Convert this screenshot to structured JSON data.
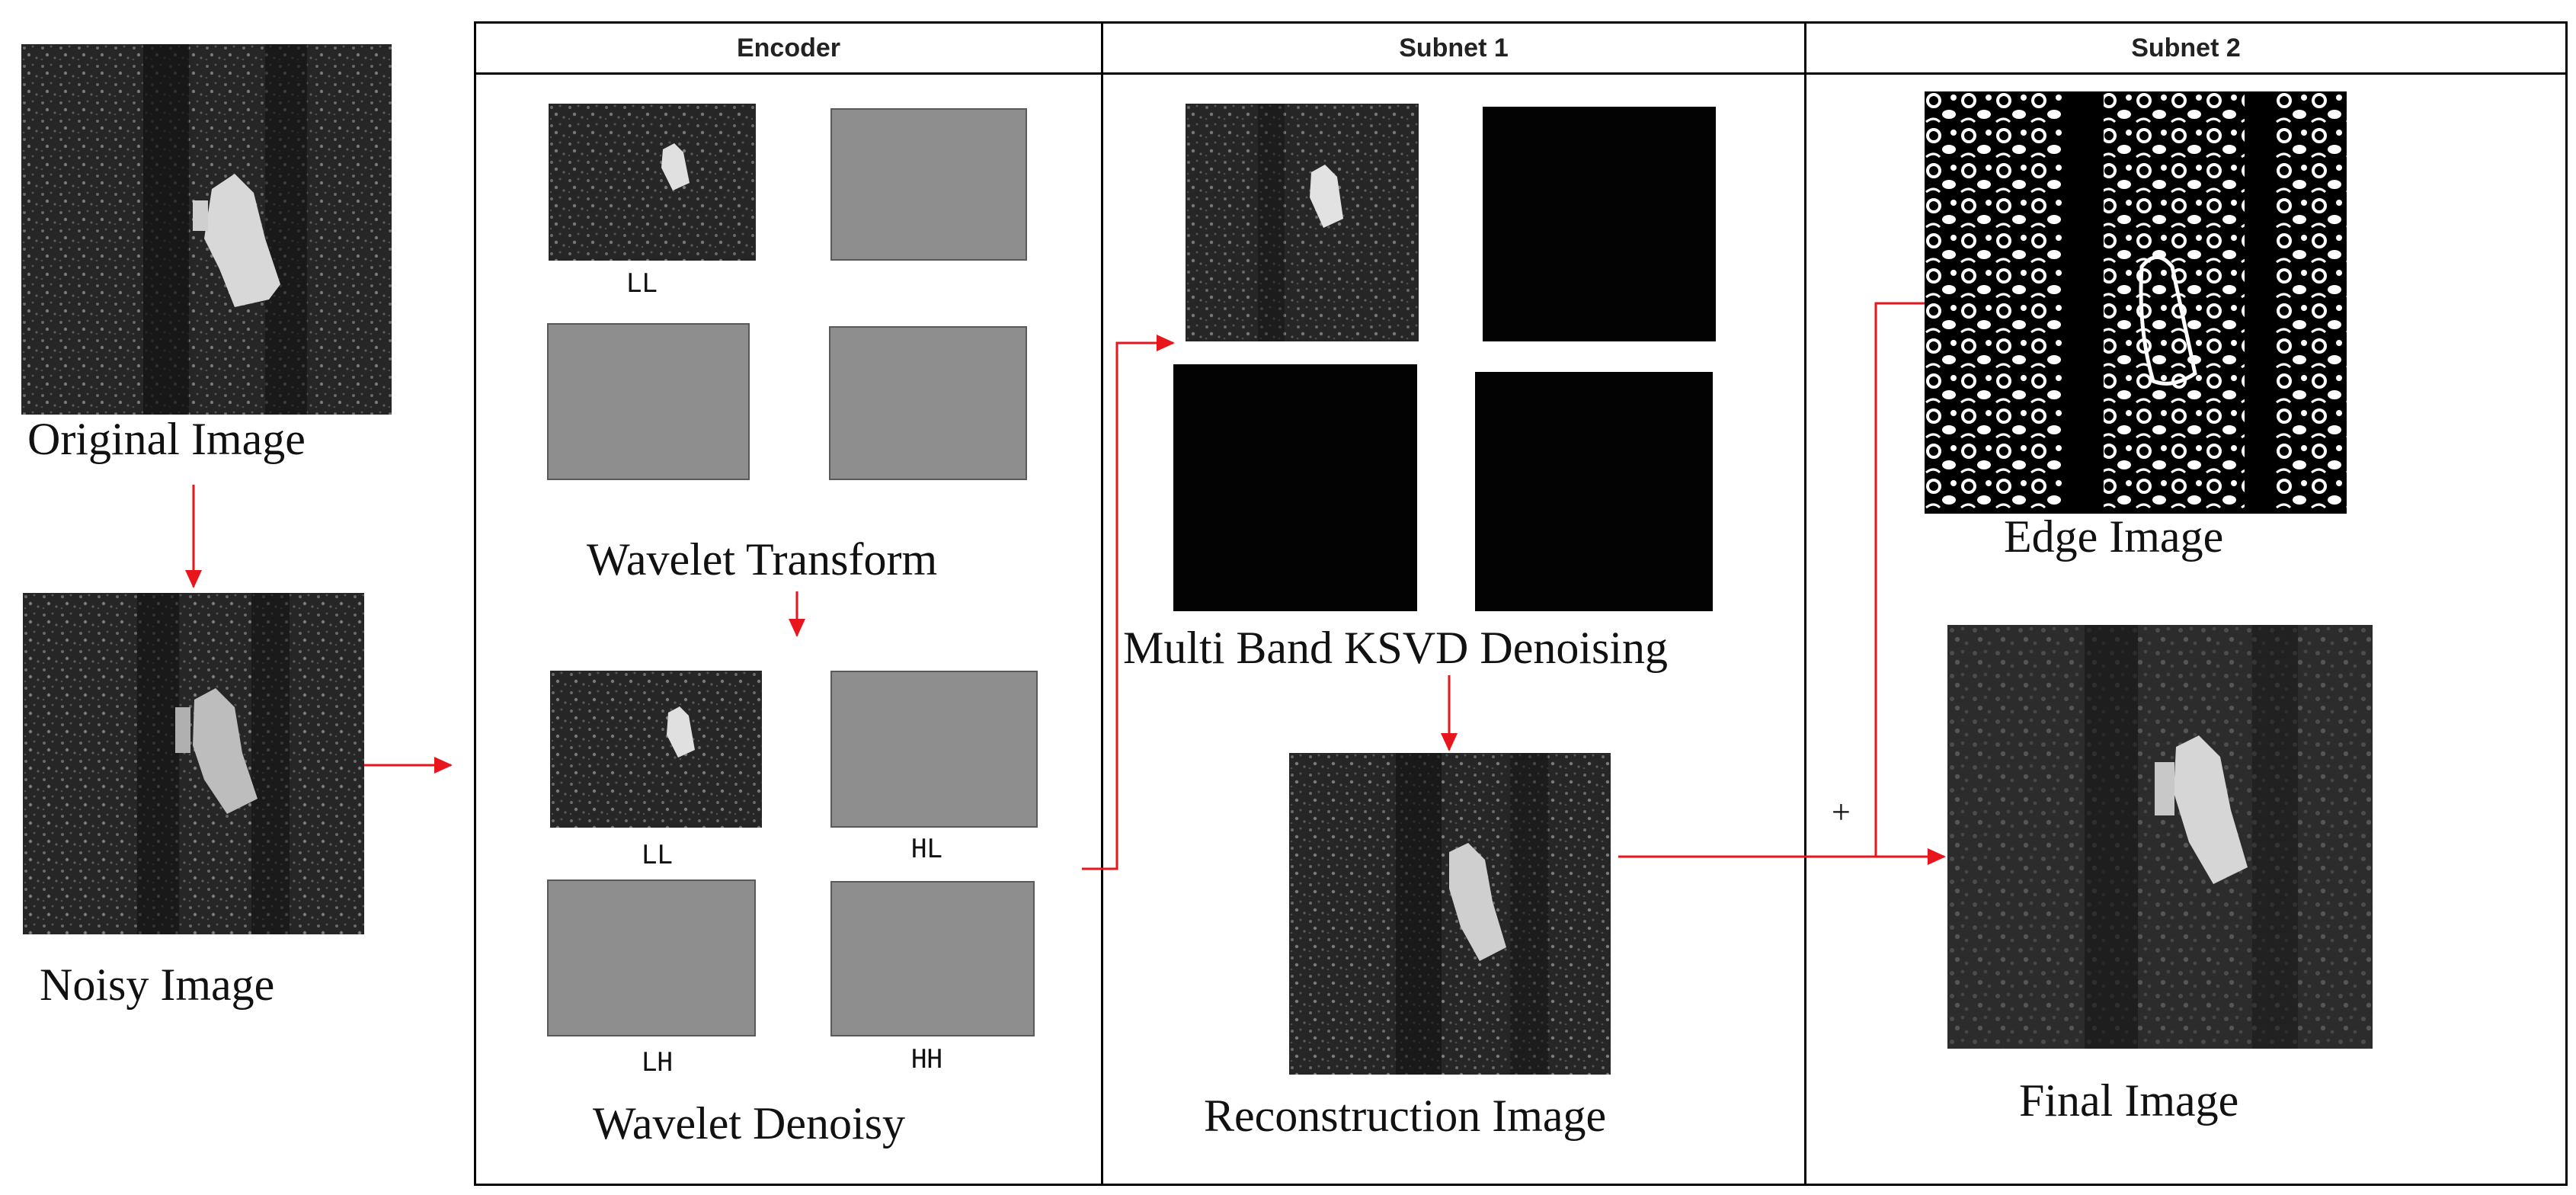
{
  "columns": {
    "encoder": "Encoder",
    "subnet1": "Subnet 1",
    "subnet2": "Subnet 2"
  },
  "left": {
    "original_caption": "Original Image",
    "noisy_caption": "Noisy Image"
  },
  "encoder": {
    "band_labels": {
      "ll_top": "LL",
      "ll": "LL",
      "hl": "HL",
      "lh": "LH",
      "hh": "HH"
    },
    "transform_caption": "Wavelet Transform",
    "denoise_caption": "Wavelet Denoisy"
  },
  "subnet1": {
    "ksvd_caption": "Multi Band KSVD Denoising",
    "recon_caption": "Reconstruction Image"
  },
  "subnet2": {
    "edge_caption": "Edge Image",
    "final_caption": "Final Image",
    "combine_symbol": "+"
  },
  "colors": {
    "arrow": "#e8161c",
    "border": "#000000",
    "grey_band": "#8e8e8e"
  }
}
